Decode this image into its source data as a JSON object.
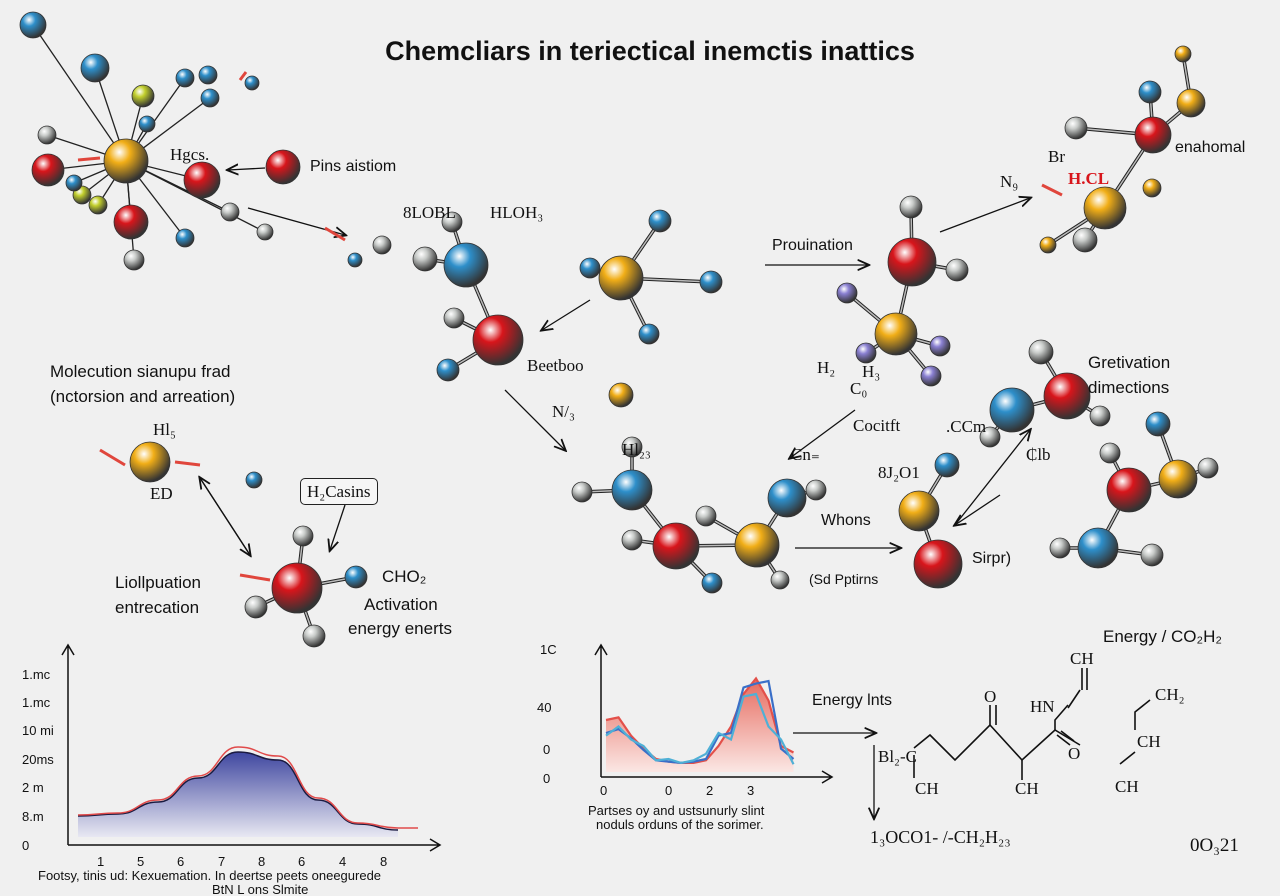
{
  "title": "Chemcliars in teriectical inemctis inattics",
  "labels": {
    "hgcs": "Hgcs.",
    "pins": "Pins aistiom",
    "lobl": "8LOBL",
    "hloh": "HLOH₃",
    "prouination": "Prouination",
    "enahomal": "enahomal",
    "br": "Br",
    "n9": "N₉",
    "hcl": "H.CL",
    "molecution1": "Molecution sianupu frad",
    "molecution2": "(nctorsion and arreation)",
    "beetboo": "Beetboo",
    "n3": "N/₃",
    "h2": "H₂",
    "h3": "H₃",
    "c0": "C₀",
    "cocitft": "Cocitft",
    "gretivation": "Gretivation",
    "dimections": "dimections",
    "ccm": ".CCm",
    "clb": "₵lb",
    "hls": "Hl₅",
    "ed": "ED",
    "h2casins": "H₂Casins",
    "hl23": "Hl₂₃",
    "cn": "Cn₌",
    "sj2o1": "8J₂O1",
    "whons": "Whons",
    "sirpr": "Sirpr)",
    "sdpptirns": "(Sd Pptirns",
    "liollpuation": "Liollpuation",
    "entrecation": "entrecation",
    "cho2": "CHO₂",
    "activation": "Activation",
    "energy_enerts": "energy enerts",
    "energy_lnts": "Energy lnts",
    "energy_co2h2": "Energy / CO₂H₂",
    "formula_bottom": "1₃OCO1- /-CH₂H₂₃",
    "code_bottom": "0O₃21"
  },
  "structure": {
    "bl2c": "Bl₂-C",
    "ch_left": "CH",
    "o1": "O",
    "hn": "HN",
    "ch_top": "CH",
    "o2": "O",
    "ch_mid": "CH",
    "ch2": "CH₂",
    "ch_r1": "CH",
    "ch_r2": "CH"
  },
  "colors": {
    "yellow": "#f1ae17",
    "blue": "#2e8fca",
    "red": "#d8151b",
    "gray": "#c8cbc9",
    "lime": "#c2cf2d",
    "purple": "#8a80d2",
    "arrow_red": "#e0463c",
    "curve_fill": "#4d55a8",
    "curve_red": "#e04a4a",
    "spectrum_blue": "#3a6fc8",
    "spectrum_cyan": "#4fb0d6",
    "spectrum_red": "#e3504a"
  },
  "chart_data": [
    {
      "type": "area",
      "title": "",
      "ytick_labels": [
        "1.mc",
        "1.mc",
        "10 mi",
        "20ms",
        "2 m",
        "8.m",
        "0"
      ],
      "xtick_labels": [
        "1",
        "5",
        "6",
        "7",
        "8",
        "6",
        "4",
        "8"
      ],
      "caption": [
        "Footsy, tinis ud: Kexuemation. In deertse peets oneegurede",
        "BtN L ons Slmite"
      ],
      "series": [
        {
          "name": "fill",
          "x": [
            0,
            1,
            2,
            3,
            4,
            5,
            6,
            7,
            8
          ],
          "values": [
            1.0,
            1.1,
            1.7,
            2.9,
            4.2,
            3.8,
            1.8,
            0.6,
            0.3
          ]
        },
        {
          "name": "red",
          "x": [
            0,
            1,
            2,
            3,
            4,
            5,
            6,
            7,
            8,
            8.5
          ],
          "values": [
            1.05,
            1.15,
            1.8,
            3.0,
            4.45,
            4.0,
            1.9,
            0.65,
            0.4,
            0.4
          ]
        }
      ],
      "ylim": [
        0,
        6
      ]
    },
    {
      "type": "line",
      "ytick_labels": [
        "1C",
        "40",
        "0",
        "0"
      ],
      "xtick_labels": [
        "0",
        "0",
        "2",
        "3"
      ],
      "caption": [
        "Partses oy and ustsunurly slint",
        "noduls orduns of the sorimer."
      ],
      "series": [
        {
          "name": "red",
          "values": [
            40,
            42,
            28,
            18,
            10,
            8,
            7,
            7,
            9,
            20,
            35,
            60,
            72,
            55,
            20,
            15
          ]
        },
        {
          "name": "blue",
          "values": [
            30,
            33,
            26,
            17,
            9,
            8,
            7,
            8,
            10,
            28,
            30,
            65,
            68,
            70,
            18,
            10
          ]
        },
        {
          "name": "cyan",
          "values": [
            28,
            35,
            25,
            20,
            9,
            10,
            7,
            9,
            14,
            30,
            25,
            58,
            60,
            35,
            25,
            6
          ]
        }
      ],
      "ylim": [
        0,
        100
      ]
    }
  ]
}
